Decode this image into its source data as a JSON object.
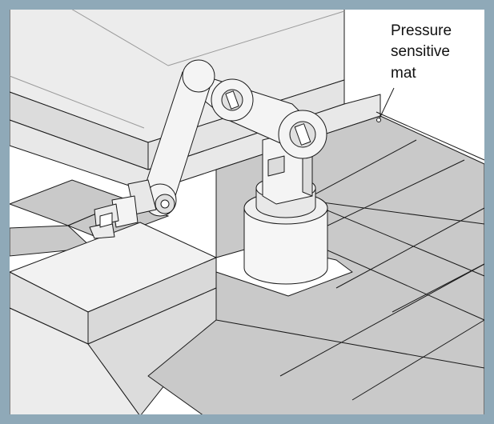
{
  "callout": {
    "lines": [
      "Pressure",
      "sensitive",
      "mat"
    ]
  },
  "components": [
    {
      "name": "robot-arm",
      "icon": "robot-arm-icon"
    },
    {
      "name": "gripper",
      "icon": "gripper-icon"
    },
    {
      "name": "pressure-mat",
      "icon": "floor-grid-icon"
    },
    {
      "name": "workbench",
      "icon": "table-icon"
    },
    {
      "name": "conveyor",
      "icon": "conveyor-icon"
    }
  ],
  "colors": {
    "frame": "#8fa9b8",
    "mat_tile": "#c9c9c9",
    "light_surface": "#efefef",
    "mid_surface": "#dedede",
    "line": "#1a1a1a"
  }
}
